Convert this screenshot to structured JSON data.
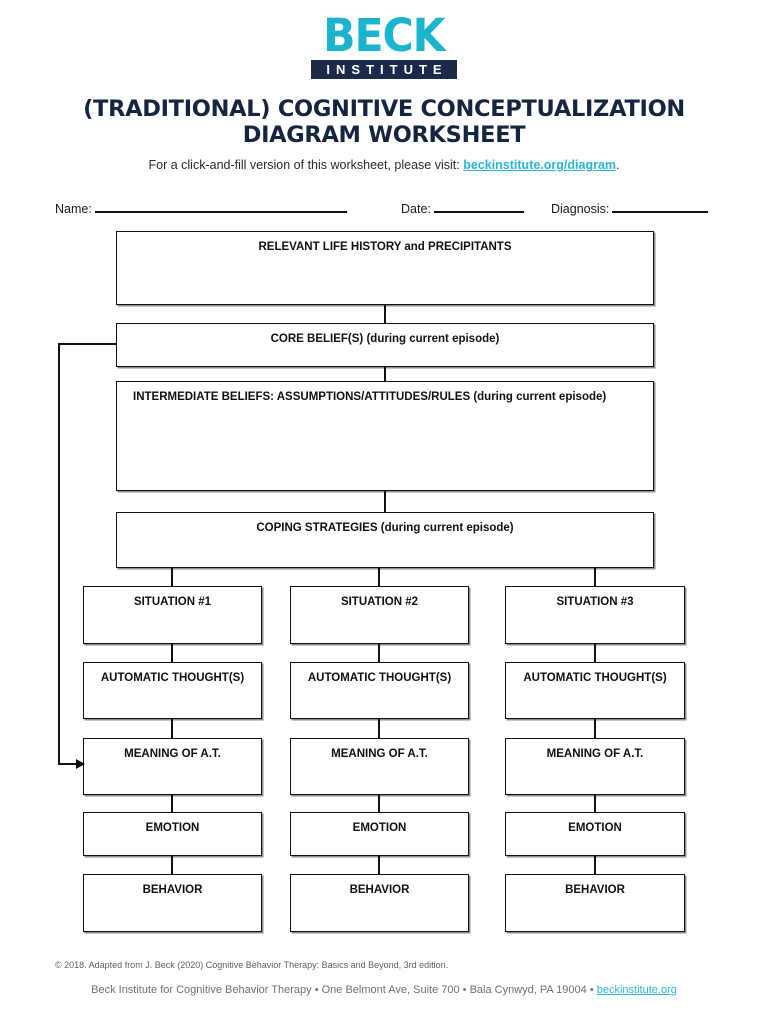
{
  "logo": {
    "brand": "BECK",
    "institute": "INSTITUTE",
    "brand_color": "#1bb4ce",
    "bar_color": "#1b2a4a"
  },
  "header": {
    "title_line1": "(TRADITIONAL) COGNITIVE CONCEPTUALIZATION",
    "title_line2": "DIAGRAM WORKSHEET",
    "title_color": "#15253f",
    "subtitle_prefix": "For a click-and-fill version of this worksheet, please visit: ",
    "subtitle_link": "beckinstitute.org/diagram",
    "subtitle_suffix": ".",
    "link_color": "#29b6d8"
  },
  "fields": {
    "name_label": "Name:",
    "date_label": "Date:",
    "diagnosis_label": "Diagnosis:"
  },
  "diagram": {
    "life_history": "RELEVANT LIFE HISTORY and PRECIPITANTS",
    "core_beliefs": "CORE BELIEF(S) (during current episode)",
    "intermediate_beliefs": "INTERMEDIATE BELIEFS: ASSUMPTIONS/ATTITUDES/RULES (during current episode)",
    "coping_strategies": "COPING STRATEGIES (during current episode)",
    "columns": [
      {
        "situation": "SITUATION #1",
        "automatic_thoughts": "AUTOMATIC THOUGHT(S)",
        "meaning": "MEANING OF A.T.",
        "emotion": "EMOTION",
        "behavior": "BEHAVIOR"
      },
      {
        "situation": "SITUATION #2",
        "automatic_thoughts": "AUTOMATIC THOUGHT(S)",
        "meaning": "MEANING OF A.T.",
        "emotion": "EMOTION",
        "behavior": "BEHAVIOR"
      },
      {
        "situation": "SITUATION #3",
        "automatic_thoughts": "AUTOMATIC THOUGHT(S)",
        "meaning": "MEANING OF A.T.",
        "emotion": "EMOTION",
        "behavior": "BEHAVIOR"
      }
    ]
  },
  "footer": {
    "copyright": "© 2018. Adapted from J. Beck (2020) Cognitive Behavior Therapy: Basics and Beyond, 3rd edition.",
    "address_prefix": "Beck Institute for Cognitive Behavior Therapy • One Belmont Ave, Suite 700 • Bala Cynwyd, PA 19004 • ",
    "address_link": "beckinstitute.org"
  }
}
